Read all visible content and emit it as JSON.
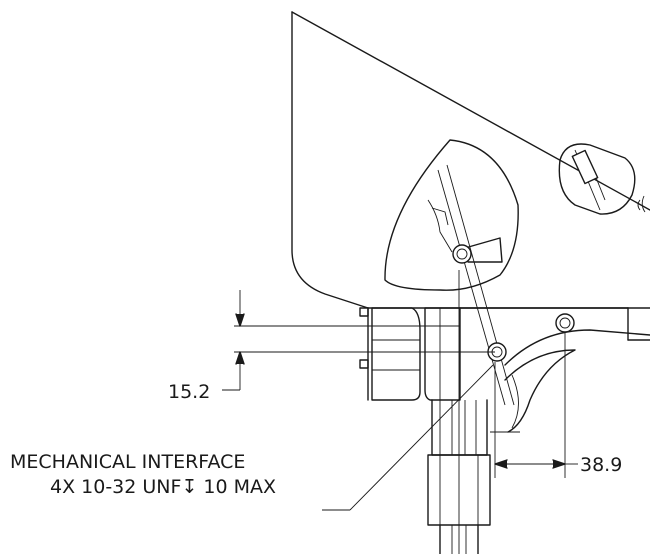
{
  "dimensions": {
    "height_value": "15.2",
    "width_value": "38.9"
  },
  "note": {
    "line1": "MECHANICAL INTERFACE",
    "line2": "4X 10-32 UNF↧ 10 MAX"
  }
}
